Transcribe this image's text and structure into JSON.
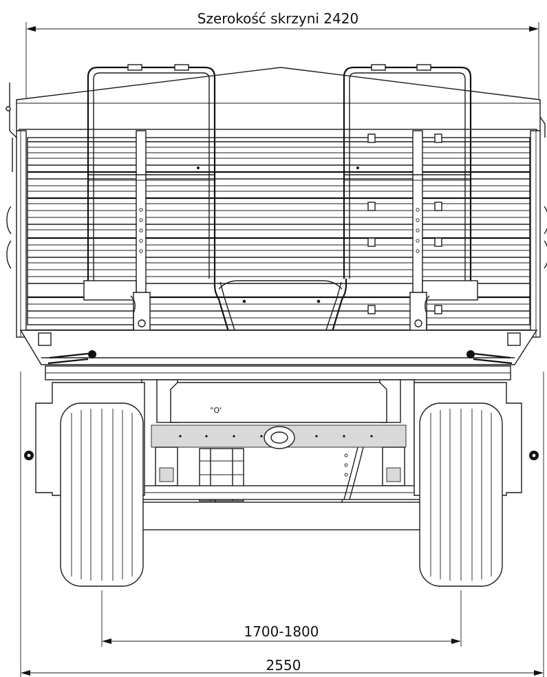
{
  "dimensions": {
    "box_width": {
      "label": "Szerokość skrzyni 2420",
      "value": 2420
    },
    "track_width": {
      "label": "1700-1800",
      "min": 1700,
      "max": 1800
    },
    "overall_width": {
      "label": "2550",
      "value": 2550
    }
  }
}
